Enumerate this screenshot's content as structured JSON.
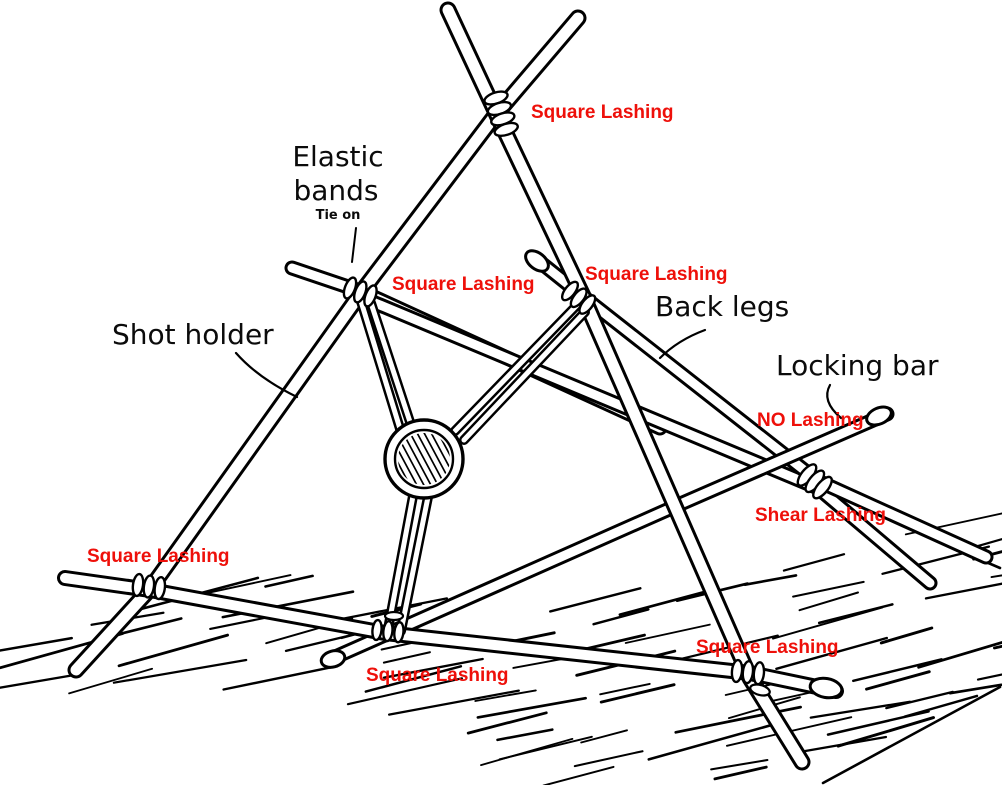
{
  "figure": {
    "kind": "hand-drawn pioneering catapult diagram",
    "background": "#ffffff"
  },
  "colors": {
    "ink": "#000000",
    "red_label": "#ee100a",
    "black_label": "#0b0b0b",
    "paper": "#ffffff"
  },
  "labels": {
    "square_lashing_instances": [
      {
        "location": "top-cross",
        "text": "Square Lashing"
      },
      {
        "location": "left-band-tie",
        "text": "Square Lashing"
      },
      {
        "location": "right-upper",
        "text": "Square Lashing"
      },
      {
        "location": "bottom-left",
        "text": "Square Lashing"
      },
      {
        "location": "bottom-middle",
        "text": "Square Lashing"
      },
      {
        "location": "bottom-right",
        "text": "Square Lashing"
      }
    ],
    "no_lashing": {
      "text": "NO Lashing"
    },
    "shear_lashing": {
      "text": "Shear Lashing"
    },
    "elastic_bands": {
      "line1": "Elastic",
      "line2": "bands",
      "tie_on": "Tie on"
    },
    "shot_holder": {
      "text": "Shot holder"
    },
    "back_legs": {
      "text": "Back legs"
    },
    "locking_bar": {
      "text": "Locking bar"
    }
  }
}
